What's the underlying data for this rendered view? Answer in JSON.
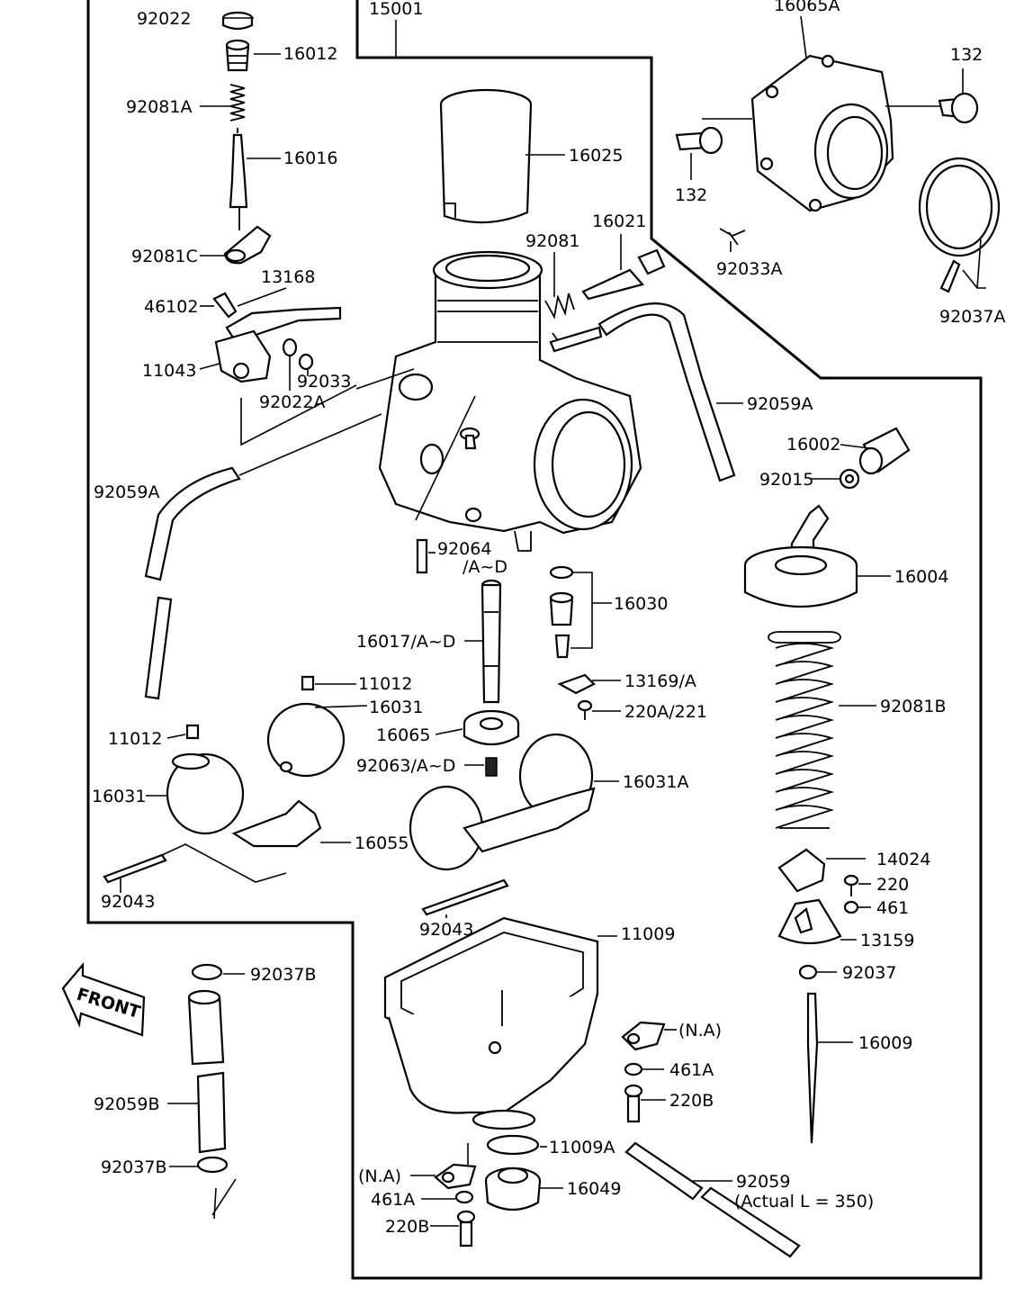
{
  "labels": {
    "p92022": "92022",
    "p16012": "16012",
    "p92081A": "92081A",
    "p16016": "16016",
    "p92081C": "92081C",
    "p13168": "13168",
    "p46102": "46102",
    "p11043": "11043",
    "p92033": "92033",
    "p92022A": "92022A",
    "p15001": "15001",
    "p16025": "16025",
    "p16021": "16021",
    "p92081": "92081",
    "p16065A": "16065A",
    "p132a": "132",
    "p132b": "132",
    "p92033A": "92033A",
    "p92037A": "92037A",
    "p92059A_r": "92059A",
    "p92059A_l": "92059A",
    "p16002": "16002",
    "p92015": "92015",
    "p92064": "92064",
    "pAD": "/A~D",
    "p16004": "16004",
    "p16030": "16030",
    "p16017": "16017/A~D",
    "p13169": "13169/A",
    "p220A": "220A/221",
    "p11012a": "11012",
    "p16031a": "16031",
    "p11012b": "11012",
    "p16065": "16065",
    "p92081B": "92081B",
    "p92063": "92063/A~D",
    "p16031A": "16031A",
    "p16031b": "16031",
    "p16055": "16055",
    "p14024": "14024",
    "p220": "220",
    "p461": "461",
    "p13159": "13159",
    "p92043a": "92043",
    "p92043b": "92043",
    "p11009": "11009",
    "p92037": "92037",
    "p92037B_t": "92037B",
    "pNA_r": "(N.A)",
    "p461A_r": "461A",
    "p220B_r": "220B",
    "p16009": "16009",
    "p92059B": "92059B",
    "p11009A": "11009A",
    "p92059": "92059",
    "pActual": "(Actual L = 350)",
    "p92037B_b": "92037B",
    "pNA_l": "(N.A)",
    "p16049": "16049",
    "p461A_l": "461A",
    "p220B_l": "220B",
    "front": "FRONT"
  }
}
